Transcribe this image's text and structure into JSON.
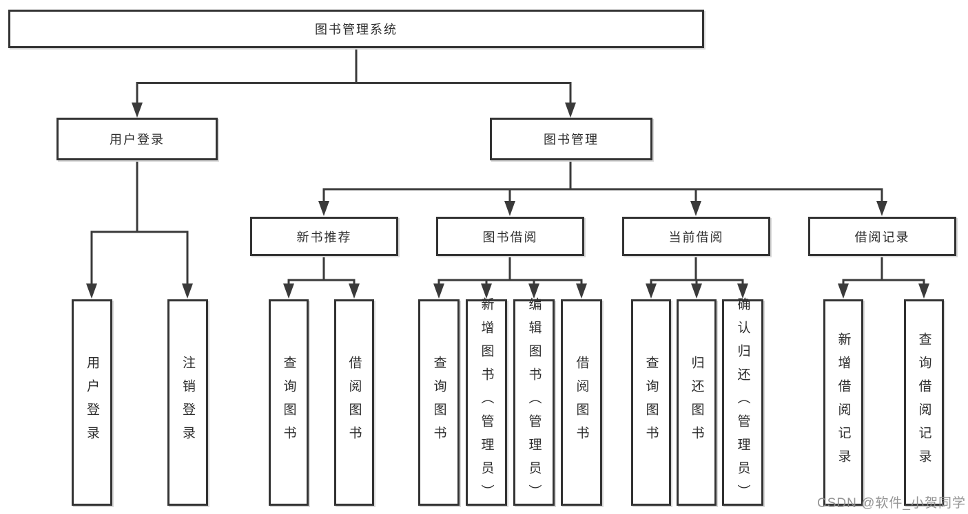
{
  "colors": {
    "background": "#ffffff",
    "line": "#3a3a3a",
    "box_border": "#333333",
    "text": "#2d2d2d",
    "watermark": "#8c8c8c"
  },
  "watermark": {
    "text": "CSDN @软件_小贺同学"
  },
  "tree": {
    "root": {
      "label": "图书管理系统"
    },
    "branches": [
      {
        "label": "用户登录",
        "children": [
          "用户登录",
          "注销登录"
        ]
      },
      {
        "label": "图书管理",
        "groups": [
          {
            "label": "新书推荐",
            "children": [
              "查询图书",
              "借阅图书"
            ]
          },
          {
            "label": "图书借阅",
            "children": [
              "查询图书",
              "新增图书（管理员）",
              "编辑图书（管理员）",
              "借阅图书"
            ]
          },
          {
            "label": "当前借阅",
            "children": [
              "查询图书",
              "归还图书",
              "确认归还（管理员）"
            ]
          },
          {
            "label": "借阅记录",
            "children": [
              "新增借阅记录",
              "查询借阅记录"
            ]
          }
        ]
      }
    ]
  }
}
